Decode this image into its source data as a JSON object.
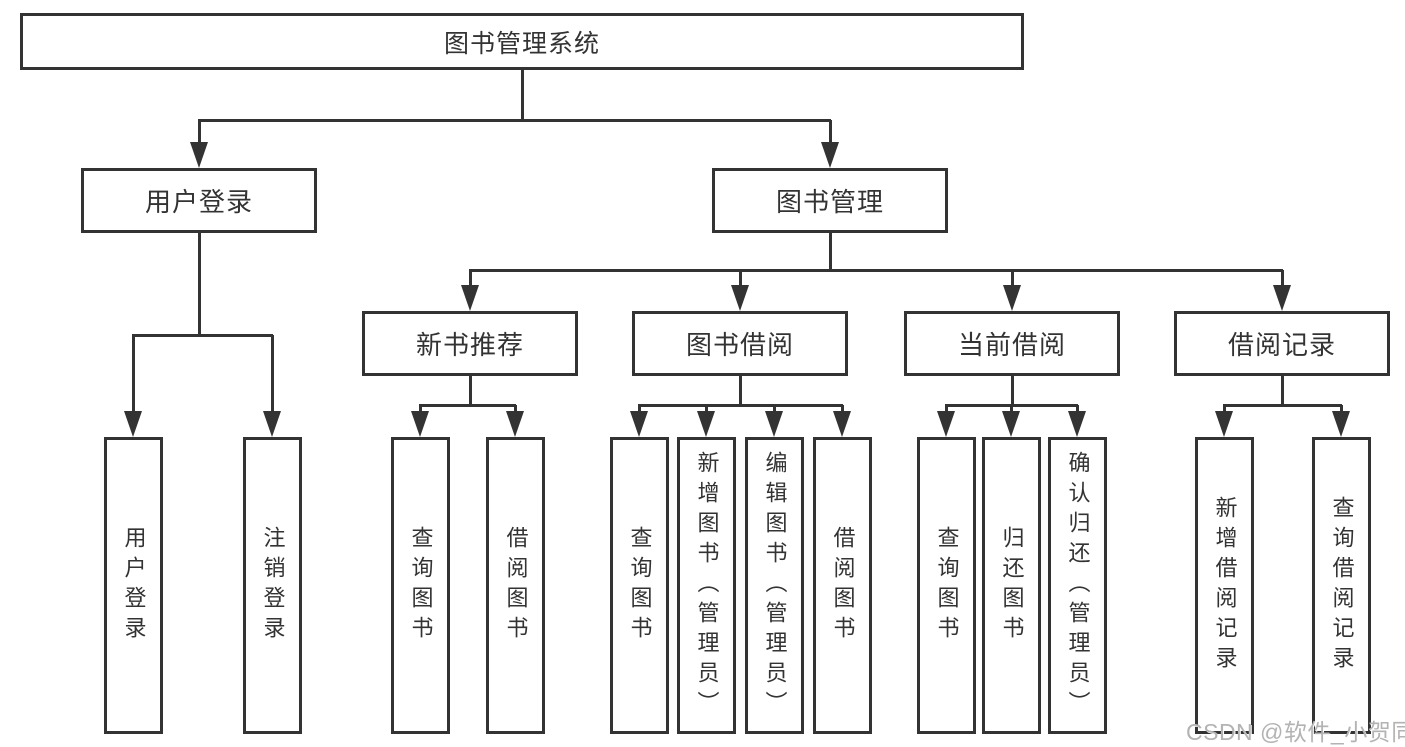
{
  "colors": {
    "line": "#333333",
    "border": "#333333",
    "text": "#333333",
    "background": "#ffffff",
    "watermark": "#b3b3b3"
  },
  "tree": {
    "root": {
      "label": "图书管理系统"
    },
    "level2": [
      {
        "label": "用户登录"
      },
      {
        "label": "图书管理"
      }
    ],
    "level3": [
      {
        "label": "新书推荐"
      },
      {
        "label": "图书借阅"
      },
      {
        "label": "当前借阅"
      },
      {
        "label": "借阅记录"
      }
    ],
    "leaves": {
      "user_login": [
        "用户登录",
        "注销登录"
      ],
      "new_book_rec": [
        "查询图书",
        "借阅图书"
      ],
      "book_borrow": [
        "查询图书",
        "新增图书（管理员）",
        "编辑图书（管理员）",
        "借阅图书"
      ],
      "current_borrow": [
        "查询图书",
        "归还图书",
        "确认归还（管理员）"
      ],
      "borrow_records": [
        "新增借阅记录",
        "查询借阅记录"
      ]
    }
  },
  "watermark": {
    "text": "CSDN @软件_小贺同学"
  }
}
